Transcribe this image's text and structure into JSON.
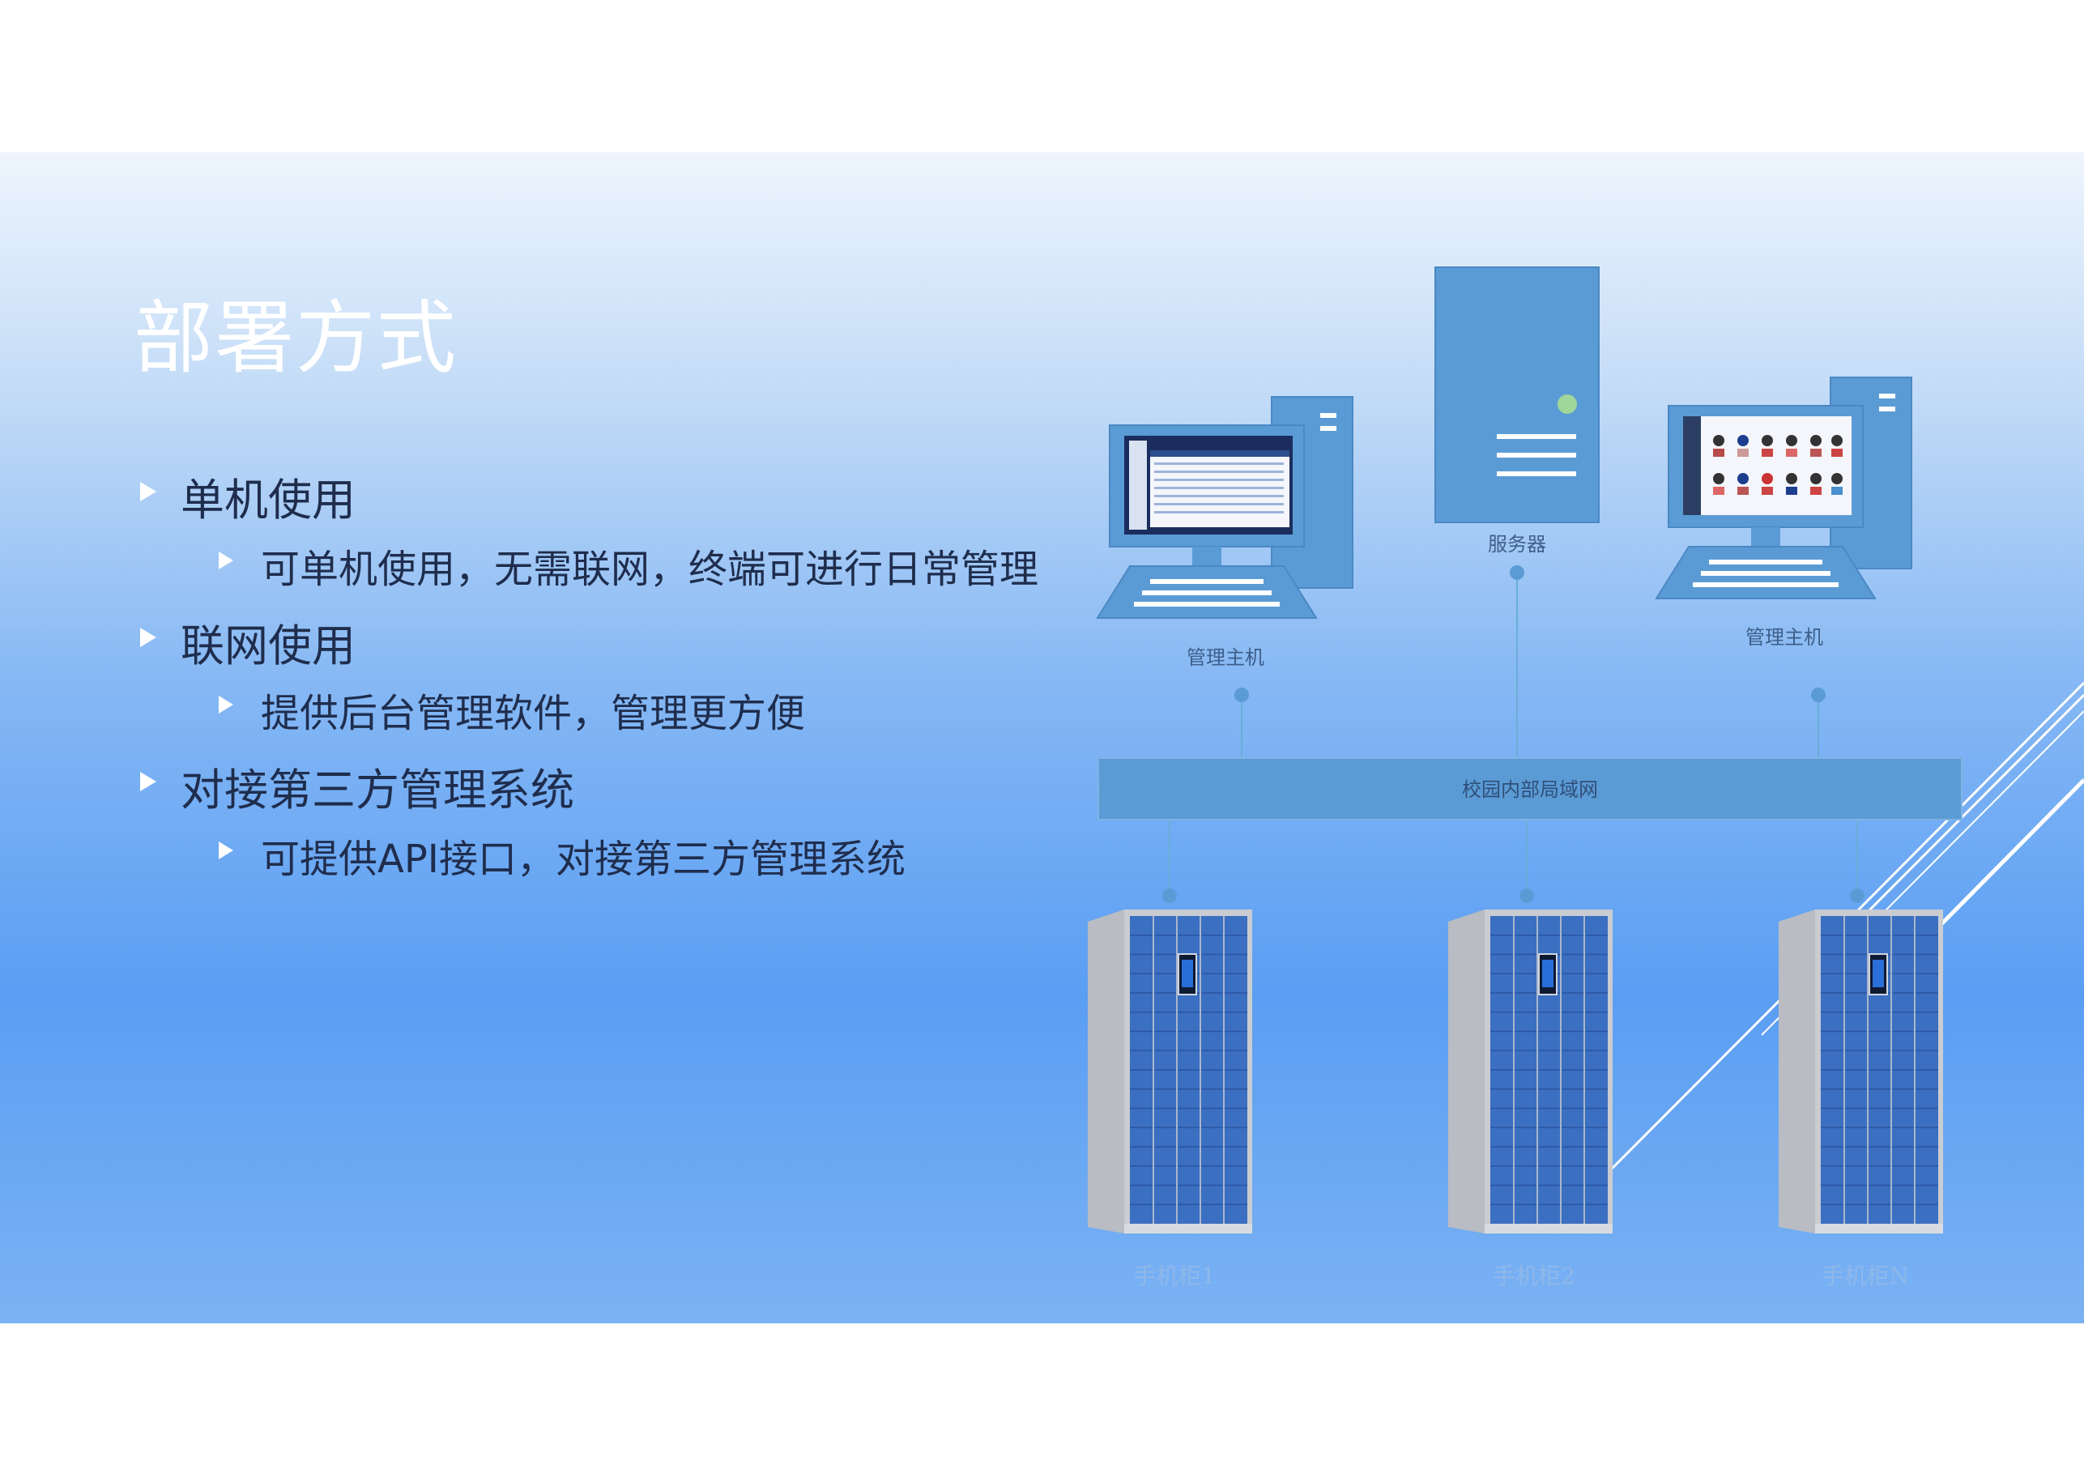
{
  "slide": {
    "title": "部署方式",
    "bullets": [
      {
        "text": "单机使用",
        "level": 1
      },
      {
        "text": "可单机使用，无需联网，终端可进行日常管理",
        "level": 2
      },
      {
        "text": "联网使用",
        "level": 1
      },
      {
        "text": "提供后台管理软件，管理更方便",
        "level": 2
      },
      {
        "text": "对接第三方管理系统",
        "level": 1
      },
      {
        "text": "可提供API接口，对接第三方管理系统",
        "level": 2
      }
    ]
  },
  "diagram": {
    "server_label": "服务器",
    "host_left_label": "管理主机",
    "host_right_label": "管理主机",
    "network_label": "校园内部局域网",
    "cabinets": [
      {
        "label": "手机柜1"
      },
      {
        "label": "手机柜2"
      },
      {
        "label": "手机柜N"
      }
    ]
  },
  "colors": {
    "device_blue": "#5b9bd5",
    "network_bar": "#5b9bd5",
    "cabinet_door": "#3b6fc2",
    "cabinet_frame": "#c9ccd1",
    "node_dot": "#5b9bd5",
    "title_text": "#ffffff",
    "body_text": "#1f2d4d"
  }
}
